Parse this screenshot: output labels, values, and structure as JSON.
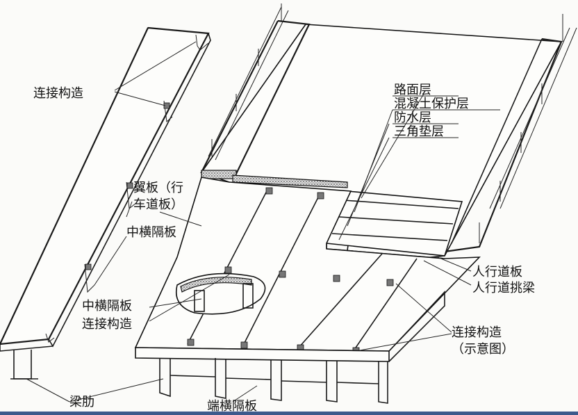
{
  "colors": {
    "line": "#1a1a1a",
    "paper": "#fbfbf9",
    "bottom_bar": "#3d5a8c"
  },
  "labels": {
    "connection_top": "连接构造",
    "pavement": "路面层",
    "concrete_protect": "混凝土保护层",
    "waterproof": "防水层",
    "triangle_cushion": "三角垫层",
    "flange_line1": "翼板（行",
    "flange_line2": "车道板）",
    "mid_diaphragm": "中横隔板",
    "mid_diaphragm_2": "中横隔板",
    "connection_mid": "连接构造",
    "sidewalk_slab": "人行道板",
    "sidewalk_beam": "人行道挑梁",
    "connection_right_line1": "连接构造",
    "connection_right_line2": "（示意图）",
    "rib": "梁肋",
    "end_diaphragm": "端横隔板"
  }
}
